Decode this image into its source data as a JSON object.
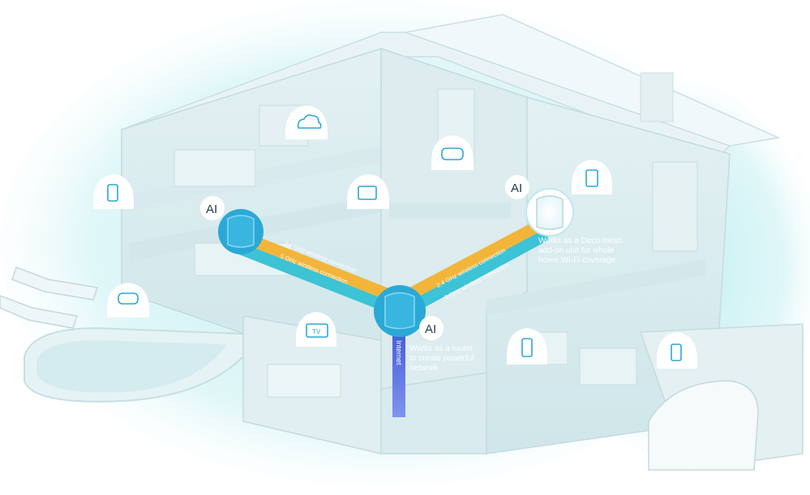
{
  "nodes": {
    "left": {
      "ai_label": "AI"
    },
    "center": {
      "ai_label": "AI",
      "caption_lines": [
        "Works as a router",
        "to create powerful",
        "network"
      ]
    },
    "right": {
      "ai_label": "AI",
      "caption_lines": [
        "Works as a Deco mesh",
        "add-on unit for whole",
        "home Wi-Fi coverage"
      ]
    }
  },
  "links": {
    "left_24": "2.4 GHz wireless connection",
    "left_5": "5 GHz wireless connection",
    "right_24": "2.4 GHz wireless connection",
    "right_5": "5 GHz wireless connection"
  },
  "internet_label": "Internet",
  "device_icons": {
    "tv_label": "TV"
  },
  "colors": {
    "link_24ghz": "#f2b53a",
    "link_5ghz": "#3cc3d6",
    "internet": "#4a62d8",
    "node": "#2aa9d6"
  }
}
